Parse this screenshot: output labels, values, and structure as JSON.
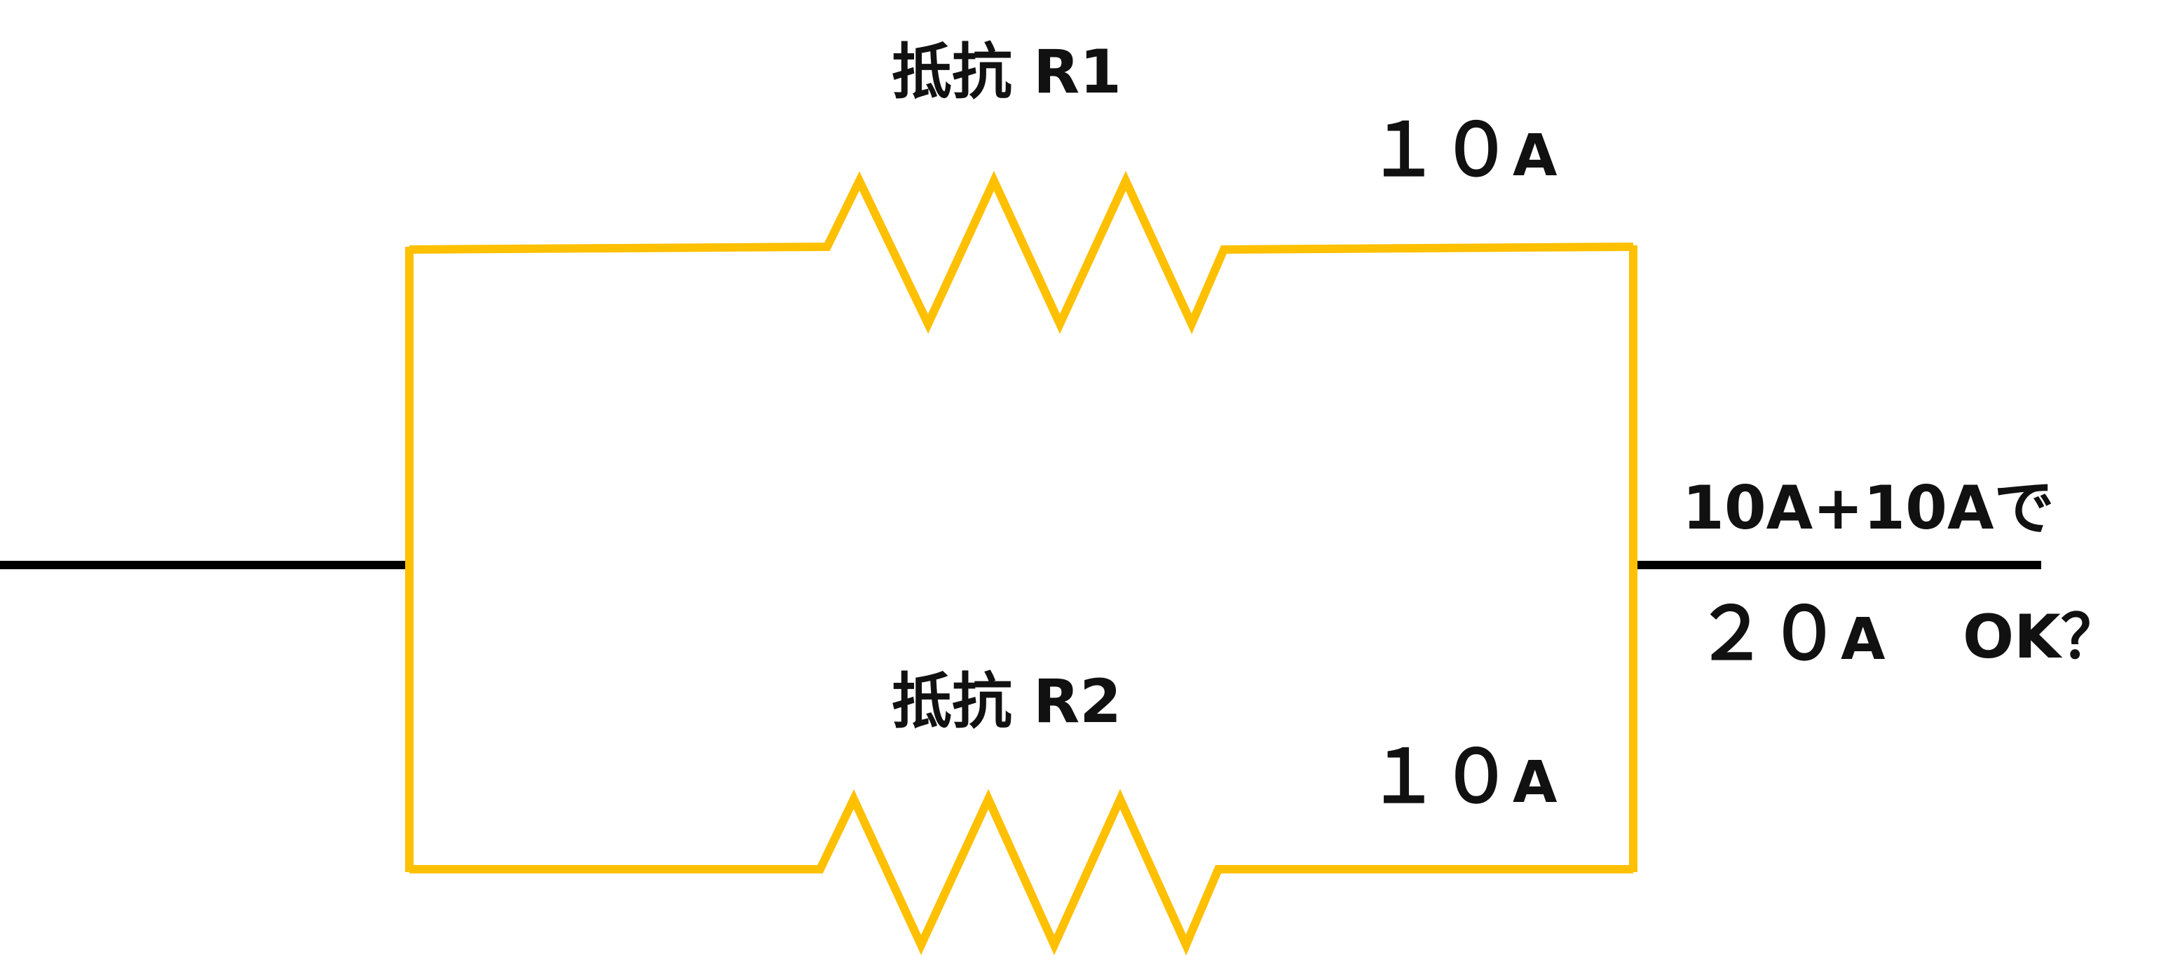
{
  "colors": {
    "circuit": "#FFC000",
    "wire": "#000000",
    "text": "#111111"
  },
  "labels": {
    "r1_name": "抵抗 R1",
    "r1_current_digits": "１０",
    "r1_current_unit": "A",
    "r2_name": "抵抗  R2",
    "r2_current_digits": "１０",
    "r2_current_unit": "A",
    "sum_line": "10A+10Aで",
    "total_digits": "２０",
    "total_unit": "A",
    "question": "OK？"
  }
}
